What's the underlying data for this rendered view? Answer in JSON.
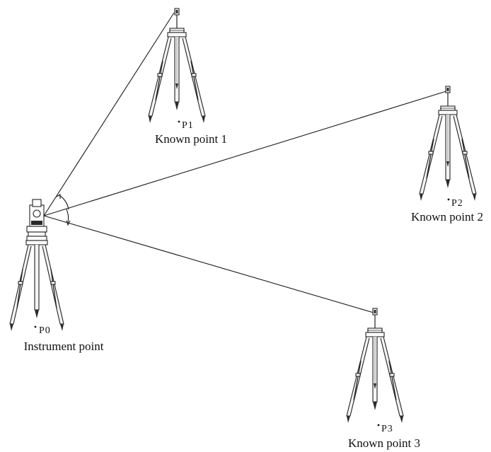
{
  "points": [
    {
      "id": "P0",
      "label": "Instrument point"
    },
    {
      "id": "P1",
      "label": "Known point 1"
    },
    {
      "id": "P2",
      "label": "Known point 2"
    },
    {
      "id": "P3",
      "label": "Known point 3"
    }
  ],
  "colors": {
    "line": "#1a1a1a",
    "text": "#111111",
    "background": "#ffffff"
  },
  "icons": [
    "total-station-tripod-icon",
    "prism-tripod-icon"
  ]
}
